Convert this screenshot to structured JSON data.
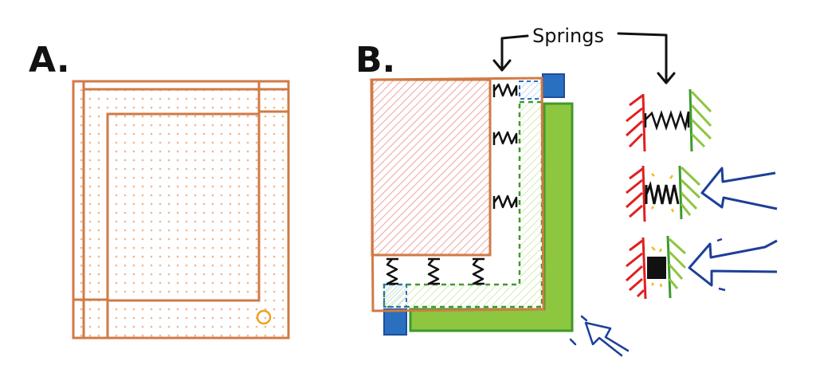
{
  "panel_a": {
    "label": "A."
  },
  "panel_b": {
    "label": "B.",
    "springs_label": "Springs"
  },
  "colors": {
    "frame": "#d17a45",
    "dots": "#f0b48c",
    "red_block": "#e85a5a",
    "green_block": "#8dc63f",
    "green_outline": "#3f9a2e",
    "light_green": "#cfe8a8",
    "blue_block": "#2a6fc0",
    "light_blue": "#b9d6f0",
    "arrow_blue": "#1d3f9a",
    "spring": "#111111",
    "spark": "#f6b820",
    "circle": "#f0a020"
  }
}
